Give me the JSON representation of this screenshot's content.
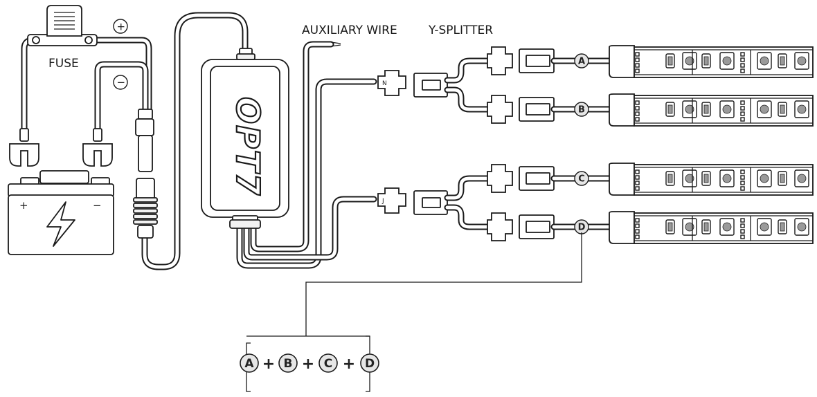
{
  "labels": {
    "fuse": "FUSE",
    "auxiliary_wire": "AUXILIARY WIRE",
    "y_splitter": "Y-SPLITTER",
    "brand": "OPT7"
  },
  "symbols": {
    "positive": "+",
    "negative": "−",
    "battery_positive": "+",
    "battery_negative": "−"
  },
  "strips": [
    {
      "id": "A"
    },
    {
      "id": "B"
    },
    {
      "id": "C"
    },
    {
      "id": "D"
    }
  ],
  "connector_marks": [
    "N",
    "J"
  ],
  "formula": {
    "terms": [
      "A",
      "B",
      "C",
      "D"
    ],
    "operator": "+"
  },
  "icons": [
    "fuse-icon",
    "battery-icon",
    "lightning-icon",
    "ring-terminal-icon",
    "barrel-plug-icon",
    "controller-box-icon",
    "led-strip-icon",
    "connector-icon"
  ]
}
